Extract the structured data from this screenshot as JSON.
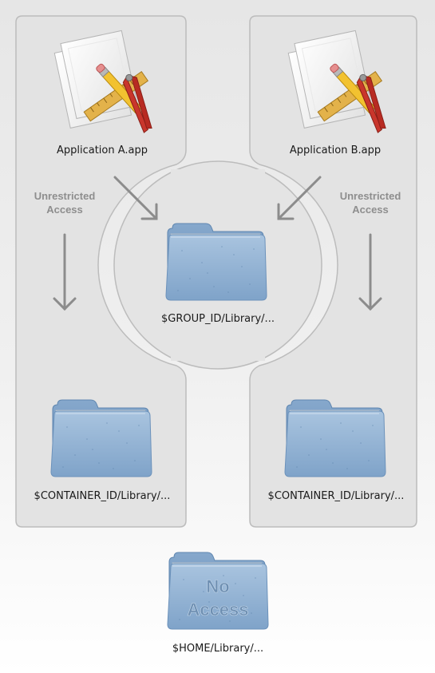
{
  "colors": {
    "panel_fill": "#e4e4e4",
    "panel_stroke": "#bdbdbd",
    "arrow": "#8c8c8c",
    "folder_front": "#8fb0d2",
    "folder_back": "#6f95bd"
  },
  "apps": [
    {
      "label": "Application A.app",
      "icon": "app-document-pencil-ruler-icon"
    },
    {
      "label": "Application B.app",
      "icon": "app-document-pencil-ruler-icon"
    }
  ],
  "access": [
    {
      "line1": "Unrestricted",
      "line2": "Access"
    },
    {
      "line1": "Unrestricted",
      "line2": "Access"
    }
  ],
  "group_folder": {
    "label": "$GROUP_ID/Library/...",
    "icon": "folder-icon"
  },
  "container_folders": [
    {
      "label": "$CONTAINER_ID/Library/...",
      "icon": "folder-icon"
    },
    {
      "label": "$CONTAINER_ID/Library/...",
      "icon": "folder-icon"
    }
  ],
  "home_folder": {
    "label": "$HOME/Library/...",
    "badge_line1": "No",
    "badge_line2": "Access",
    "icon": "folder-icon"
  }
}
